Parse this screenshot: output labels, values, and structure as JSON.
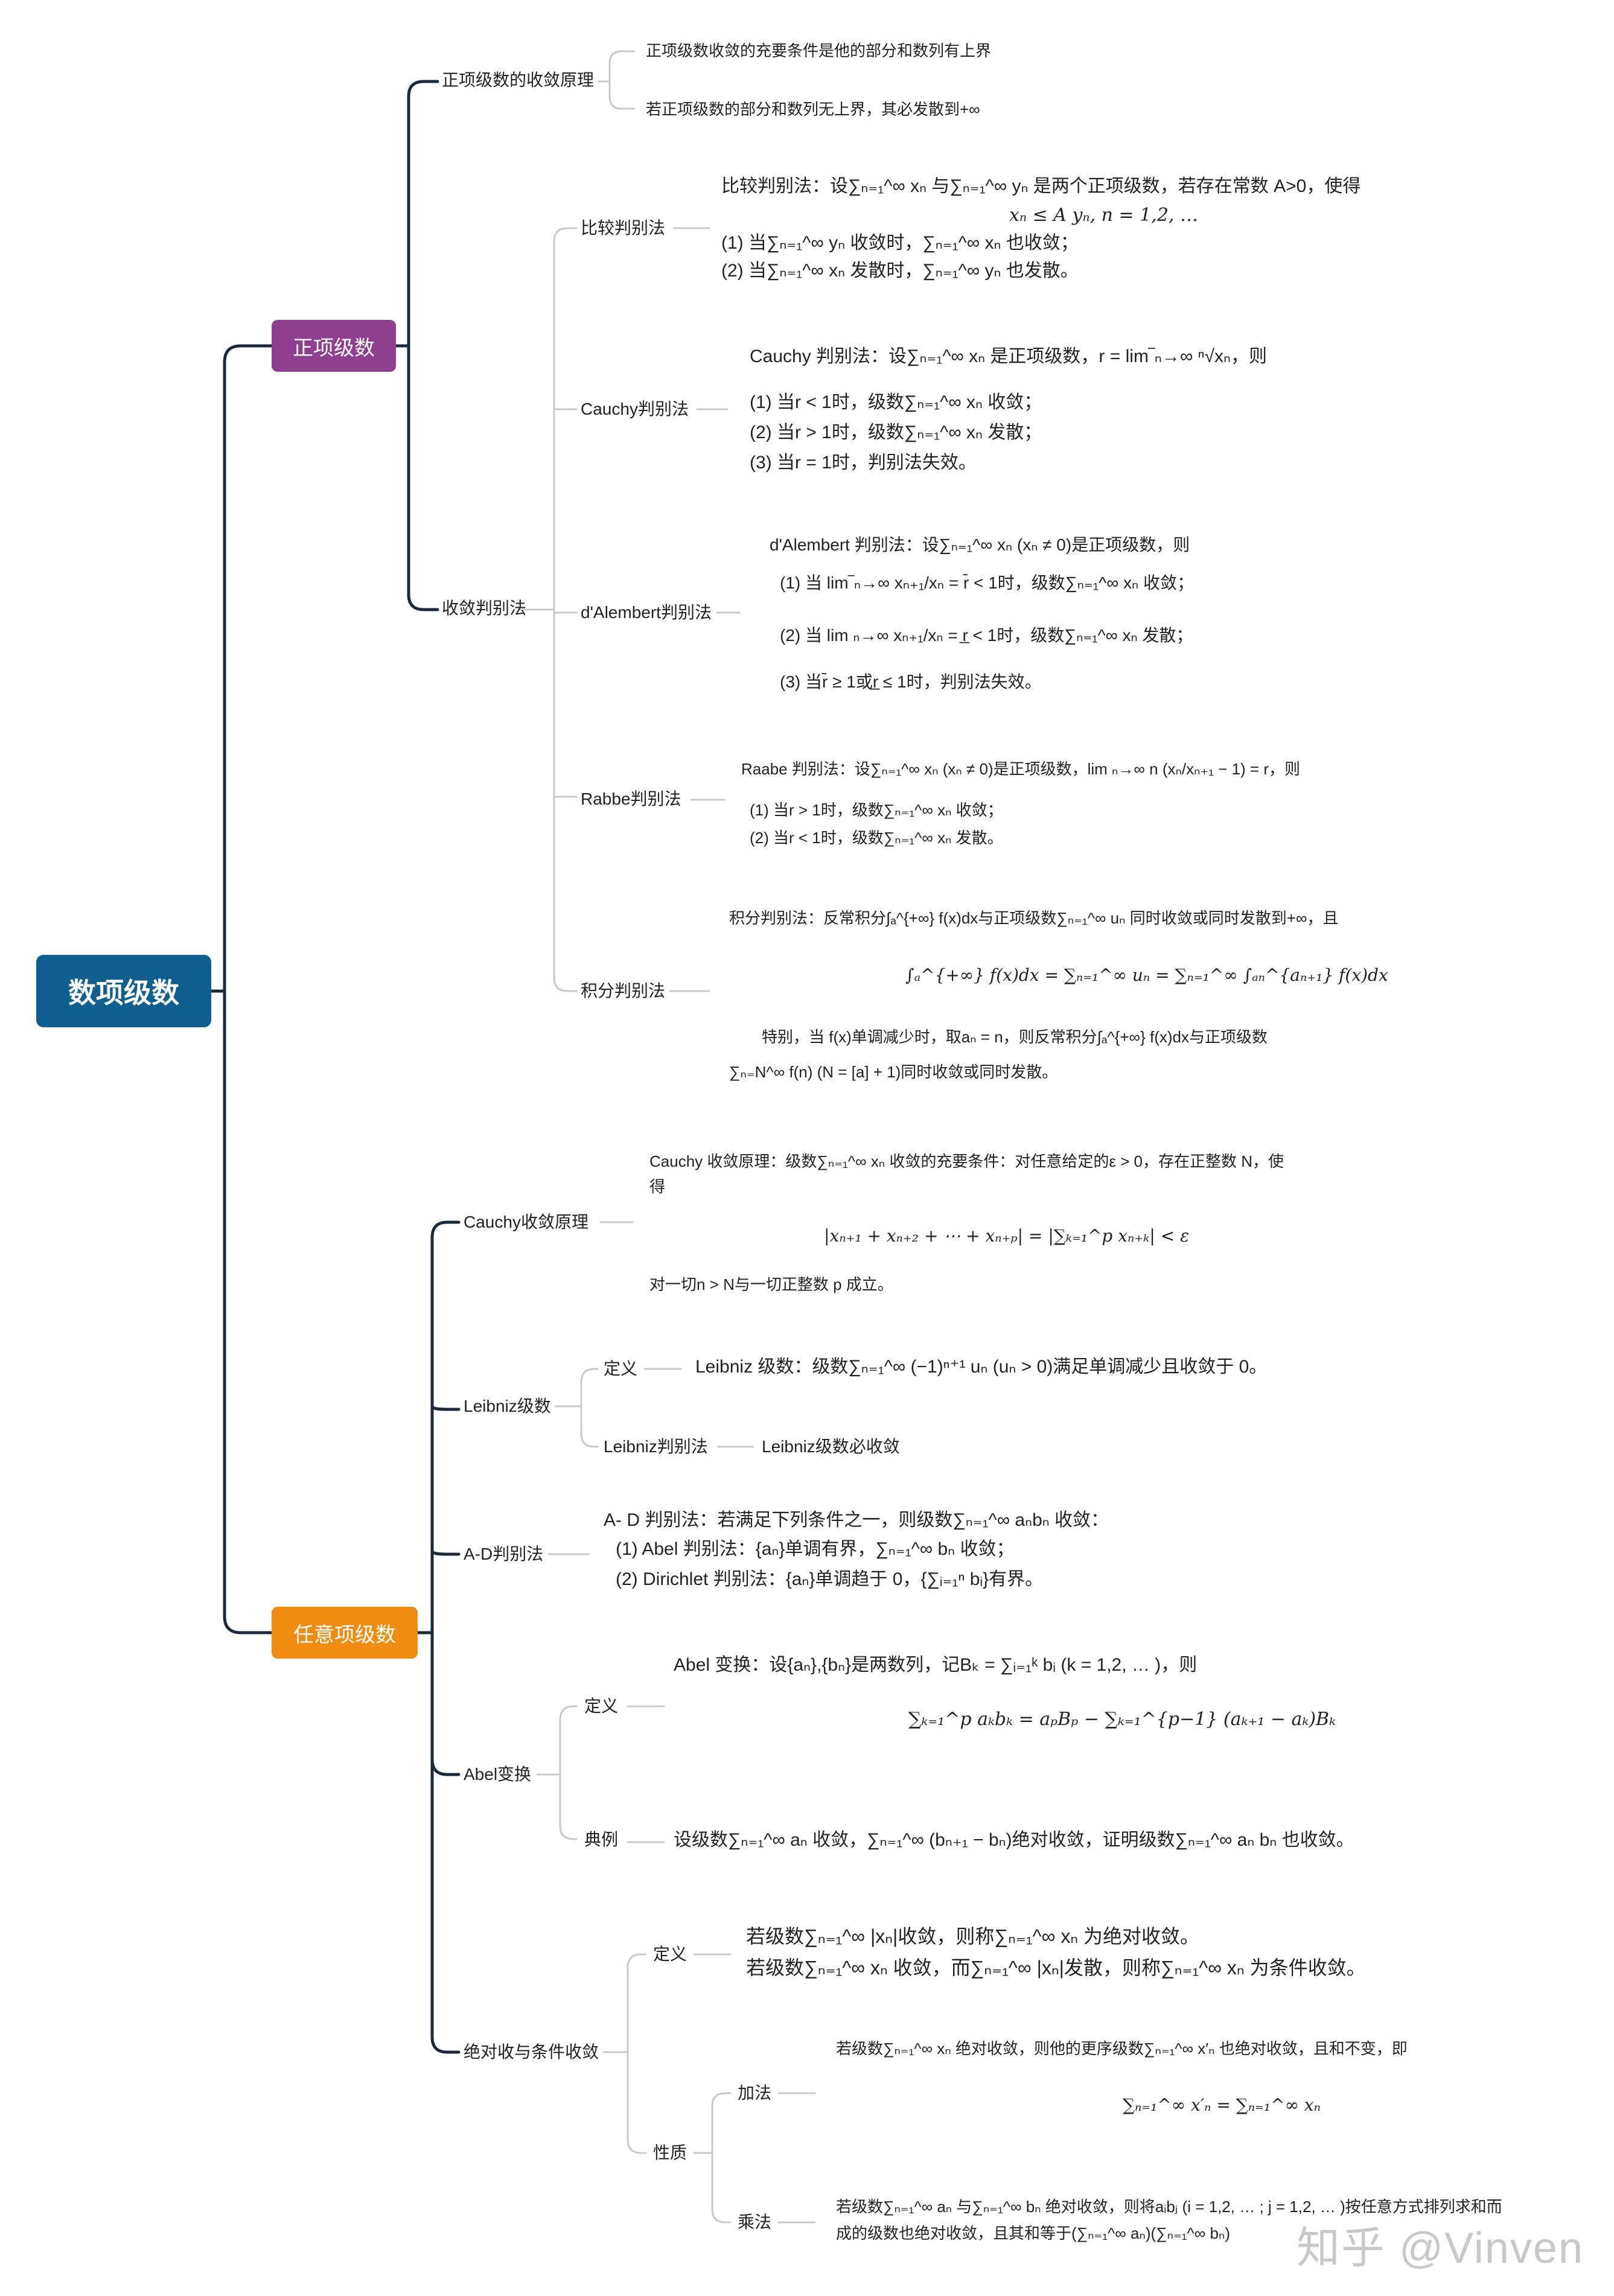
{
  "root": {
    "label": "数项级数"
  },
  "positive": {
    "label": "正项级数",
    "convergence_principle": {
      "label": "正项级数的收敛原理",
      "items": [
        "正项级数收敛的充要条件是他的部分和数列有上界",
        "若正项级数的部分和数列无上界，其必发散到+∞"
      ]
    },
    "tests": {
      "label": "收敛判别法",
      "comparison": {
        "label": "比较判别法",
        "lines": [
          "比较判别法：设∑ₙ₌₁^∞ xₙ 与∑ₙ₌₁^∞ yₙ 是两个正项级数，若存在常数 A>0，使得",
          "xₙ ≤ A yₙ, n = 1,2, …",
          "(1) 当∑ₙ₌₁^∞ yₙ 收敛时，∑ₙ₌₁^∞ xₙ 也收敛；",
          "(2) 当∑ₙ₌₁^∞ xₙ 发散时，∑ₙ₌₁^∞ yₙ 也发散。"
        ]
      },
      "cauchy": {
        "label": "Cauchy判别法",
        "lines": [
          "Cauchy 判别法：设∑ₙ₌₁^∞ xₙ 是正项级数，r = lim‾ₙ→∞ ⁿ√xₙ，则",
          "(1) 当r < 1时，级数∑ₙ₌₁^∞ xₙ 收敛；",
          "(2) 当r > 1时，级数∑ₙ₌₁^∞ xₙ 发散；",
          "(3) 当r = 1时，判别法失效。"
        ]
      },
      "dalembert": {
        "label": "d'Alembert判别法",
        "lines": [
          "d'Alembert 判别法：设∑ₙ₌₁^∞ xₙ (xₙ ≠ 0)是正项级数，则",
          "(1)    当 lim‾ₙ→∞ xₙ₊₁/xₙ = r̄ < 1时，级数∑ₙ₌₁^∞ xₙ 收敛；",
          "(2)    当 lim ₙ→∞ xₙ₊₁/xₙ = r̲ < 1时，级数∑ₙ₌₁^∞ xₙ 发散；",
          "(3)    当r̄ ≥ 1或r̲ ≤ 1时，判别法失效。"
        ]
      },
      "raabe": {
        "label": "Rabbe判别法",
        "lines": [
          "Raabe 判别法：设∑ₙ₌₁^∞ xₙ (xₙ ≠ 0)是正项级数，lim ₙ→∞ n (xₙ/xₙ₊₁ − 1) = r，则",
          "(1)     当r > 1时，级数∑ₙ₌₁^∞ xₙ 收敛；",
          "(2)     当r < 1时，级数∑ₙ₌₁^∞ xₙ 发散。"
        ]
      },
      "integral": {
        "label": "积分判别法",
        "lines": [
          "积分判别法：反常积分∫ₐ^{+∞} f(x)dx与正项级数∑ₙ₌₁^∞ uₙ 同时收敛或同时发散到+∞，且",
          "∫ₐ^{+∞} f(x)dx = ∑ₙ₌₁^∞ uₙ = ∑ₙ₌₁^∞ ∫ₐₙ^{aₙ₊₁} f(x)dx",
          "特别，当 f(x)单调减少时，取aₙ = n，则反常积分∫ₐ^{+∞} f(x)dx与正项级数",
          "∑ₙ₌N^∞ f(n) (N = [a] + 1)同时收敛或同时发散。"
        ]
      }
    }
  },
  "arbitrary": {
    "label": "任意项级数",
    "cauchy_principle": {
      "label": "Cauchy收敛原理",
      "lines": [
        "Cauchy 收敛原理：级数∑ₙ₌₁^∞ xₙ 收敛的充要条件：对任意给定的ε > 0，存在正整数 N，使",
        "得",
        "|xₙ₊₁ + xₙ₊₂ + ⋯ + xₙ₊ₚ| = |∑ₖ₌₁^p xₙ₊ₖ| < ε",
        "对一切n > N与一切正整数 p 成立。"
      ]
    },
    "leibniz": {
      "label": "Leibniz级数",
      "definition_label": "定义",
      "definition": "Leibniz 级数：级数∑ₙ₌₁^∞ (−1)ⁿ⁺¹ uₙ (uₙ > 0)满足单调减少且收敛于 0。",
      "test_label": "Leibniz判别法",
      "test": "Leibniz级数必收敛"
    },
    "ad": {
      "label": "A-D判别法",
      "lines": [
        "A-  D 判别法：若满足下列条件之一，则级数∑ₙ₌₁^∞ aₙbₙ 收敛：",
        "(1)     Abel 判别法：{aₙ}单调有界，∑ₙ₌₁^∞ bₙ 收敛；",
        "(2)     Dirichlet 判别法：{aₙ}单调趋于 0，{∑ᵢ₌₁ⁿ bᵢ}有界。"
      ]
    },
    "abel": {
      "label": "Abel变换",
      "definition_label": "定义",
      "definition_lines": [
        "Abel 变换：设{aₙ},{bₙ}是两数列，记Bₖ = ∑ᵢ₌₁ᵏ bᵢ (k = 1,2, … )，则",
        "∑ₖ₌₁^p aₖbₖ = aₚBₚ − ∑ₖ₌₁^{p−1} (aₖ₊₁ − aₖ)Bₖ"
      ],
      "example_label": "典例",
      "example": "设级数∑ₙ₌₁^∞ aₙ 收敛，∑ₙ₌₁^∞ (bₙ₊₁ − bₙ)绝对收敛，证明级数∑ₙ₌₁^∞ aₙ bₙ 也收敛。"
    },
    "absolute": {
      "label": "绝对收与条件收敛",
      "definition_label": "定义",
      "definition_lines": [
        "若级数∑ₙ₌₁^∞ |xₙ|收敛，则称∑ₙ₌₁^∞ xₙ 为绝对收敛。",
        "若级数∑ₙ₌₁^∞ xₙ 收敛，而∑ₙ₌₁^∞ |xₙ|发散，则称∑ₙ₌₁^∞ xₙ 为条件收敛。"
      ],
      "properties_label": "性质",
      "addition_label": "加法",
      "addition_lines": [
        "若级数∑ₙ₌₁^∞ xₙ 绝对收敛，则他的更序级数∑ₙ₌₁^∞ x′ₙ 也绝对收敛，且和不变，即",
        "∑ₙ₌₁^∞ x′ₙ = ∑ₙ₌₁^∞ xₙ"
      ],
      "multiplication_label": "乘法",
      "multiplication_lines": [
        "若级数∑ₙ₌₁^∞ aₙ 与∑ₙ₌₁^∞ bₙ 绝对收敛，则将aᵢbⱼ (i = 1,2, … ; j = 1,2, … )按任意方式排列求和而",
        "成的级数也绝对收敛，且其和等于(∑ₙ₌₁^∞ aₙ)(∑ₙ₌₁^∞ bₙ)"
      ]
    }
  },
  "watermark": "知乎 @Vinven",
  "colors": {
    "root": "#0e5f8f",
    "positive": "#8e3f8f",
    "arbitrary": "#f08c11",
    "line_main": "#1b2a3a",
    "line_sub": "#c9c9c9"
  }
}
